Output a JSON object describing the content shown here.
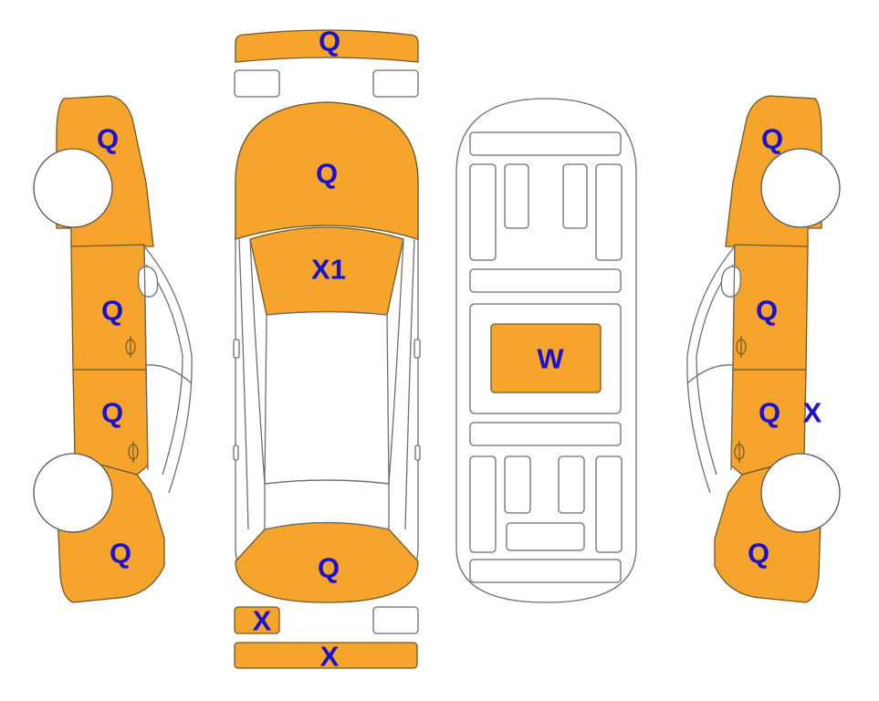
{
  "colors": {
    "damaged": "#f6a42b",
    "label": "#1a12cc",
    "outline": "#6e6e6e",
    "background": "#ffffff"
  },
  "views": {
    "left_side": {
      "front_fender": "Q",
      "front_door": "Q",
      "rear_door": "Q",
      "rear_quarter": "Q"
    },
    "top": {
      "front_bumper": "Q",
      "hood": "Q",
      "windshield": "X1",
      "trunk": "Q",
      "rear_left_light": "X",
      "rear_bumper": "X"
    },
    "underbody": {
      "floor_center": "W"
    },
    "right_side": {
      "front_fender": "Q",
      "front_door": "Q",
      "rear_door": "Q",
      "rear_door_extra": "X",
      "rear_quarter": "Q"
    }
  }
}
